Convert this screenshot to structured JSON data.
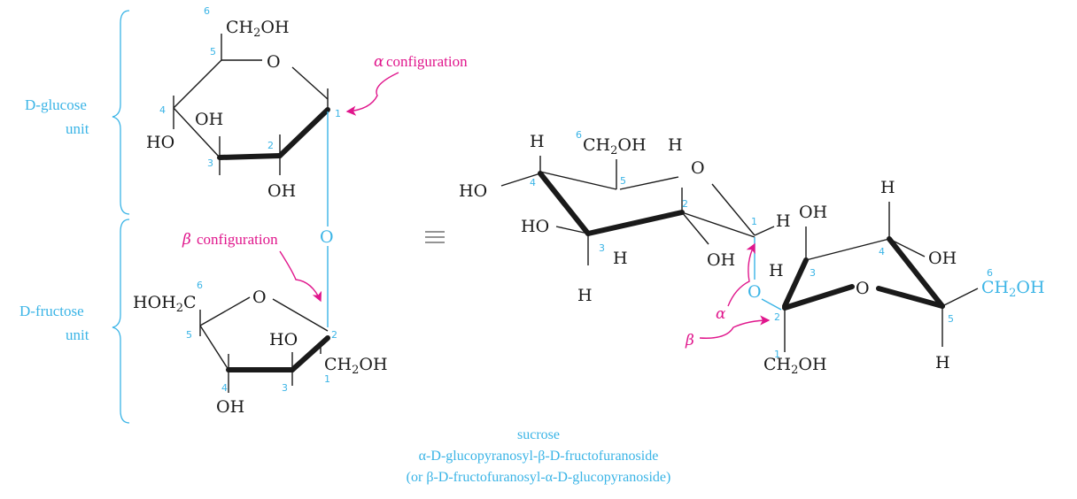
{
  "units": {
    "glucose": [
      "D-glucose",
      "unit"
    ],
    "fructose": [
      "D-fructose",
      "unit"
    ]
  },
  "annotations": {
    "alpha_config": "configuration",
    "beta_config": "configuration",
    "alpha": "α",
    "beta": "β"
  },
  "groups": {
    "ch2oh": "CH2OH",
    "oh": "OH",
    "ho": "HO",
    "h": "H",
    "o": "O",
    "hoh2c": "HOH2C"
  },
  "caption": {
    "line1": "sucrose",
    "line2": "α-D-glucopyranosyl-β-D-fructofuranoside",
    "line3": "(or β-D-fructofuranosyl-α-D-glucopyranoside)"
  },
  "colors": {
    "blue": "#3ab4e6",
    "pink": "#e0168c",
    "ink": "#1a1a1a"
  }
}
